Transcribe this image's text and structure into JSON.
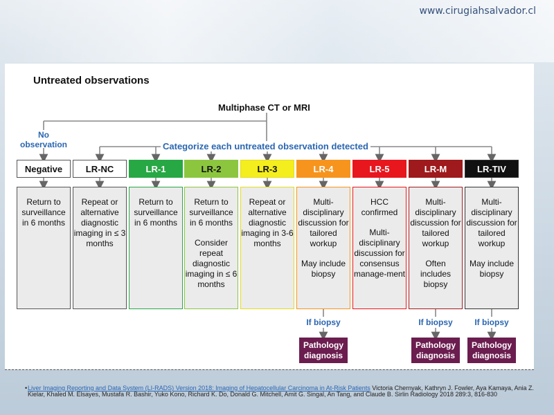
{
  "watermark": "www.cirugiahsalvador.cl",
  "title": "Untreated observations",
  "root": "Multiphase CT or MRI",
  "no_observation": "No observation",
  "categorize": "Categorize each untreated observation detected",
  "columns": [
    {
      "label": "Negative",
      "header_bg": "#ffffff",
      "header_fg": "#111111",
      "border": "#555555",
      "paras": [
        "Return to surveillance in 6 months"
      ],
      "biopsy": "",
      "pathology": ""
    },
    {
      "label": "LR-NC",
      "header_bg": "#ffffff",
      "header_fg": "#111111",
      "border": "#555555",
      "paras": [
        "Repeat or alternative diagnostic imaging in ≤ 3 months"
      ],
      "biopsy": "",
      "pathology": ""
    },
    {
      "label": "LR-1",
      "header_bg": "#27a844",
      "header_fg": "#ffffff",
      "border": "#27a844",
      "paras": [
        "Return to surveillance in 6 months"
      ],
      "biopsy": "",
      "pathology": ""
    },
    {
      "label": "LR-2",
      "header_bg": "#8cc63f",
      "header_fg": "#111111",
      "border": "#8cc63f",
      "paras": [
        "Return to surveillance in 6 months",
        "Consider repeat diagnostic imaging in ≤ 6 months"
      ],
      "biopsy": "",
      "pathology": ""
    },
    {
      "label": "LR-3",
      "header_bg": "#f4ee1e",
      "header_fg": "#111111",
      "border": "#e5dc1e",
      "paras": [
        "Repeat or alternative diagnostic imaging in 3-6 months"
      ],
      "biopsy": "",
      "pathology": ""
    },
    {
      "label": "LR-4",
      "header_bg": "#f7941d",
      "header_fg": "#ffffff",
      "border": "#f7941d",
      "paras": [
        "Multi-disciplinary discussion for tailored workup",
        "May include biopsy"
      ],
      "biopsy": "If biopsy",
      "pathology": "Pathology diagnosis"
    },
    {
      "label": "LR-5",
      "header_bg": "#e8161d",
      "header_fg": "#ffffff",
      "border": "#e8161d",
      "paras": [
        "HCC confirmed",
        "Multi-disciplinary discussion for consensus manage-ment"
      ],
      "biopsy": "",
      "pathology": ""
    },
    {
      "label": "LR-M",
      "header_bg": "#9e1a1c",
      "header_fg": "#ffffff",
      "border": "#9e1a1c",
      "paras": [
        "Multi-disciplinary discussion for tailored workup",
        "Often includes biopsy"
      ],
      "biopsy": "If biopsy",
      "pathology": "Pathology diagnosis"
    },
    {
      "label": "LR-TIV",
      "header_bg": "#111111",
      "header_fg": "#ffffff",
      "border": "#333333",
      "paras": [
        "Multi-disciplinary discussion for tailored workup",
        "May include biopsy"
      ],
      "biopsy": "If biopsy",
      "pathology": "Pathology diagnosis"
    }
  ],
  "reference": {
    "bullet": "•",
    "link_text": "Liver Imaging Reporting and Data System (LI-RADS) Version 2018: Imaging of Hepatocellular Carcinoma in At-Risk Patients",
    "rest": " Victoria Chernyak, Kathryn J. Fowler, Aya Kamaya, Ania Z. Kielar, Khaled M. Elsayes, Mustafa R. Bashir, Yuko Kono, Richard K. Do, Donald G. Mitchell, Amit G. Singal, An Tang, and Claude B. Sirlin Radiology 2018 289:3, 816-830"
  }
}
